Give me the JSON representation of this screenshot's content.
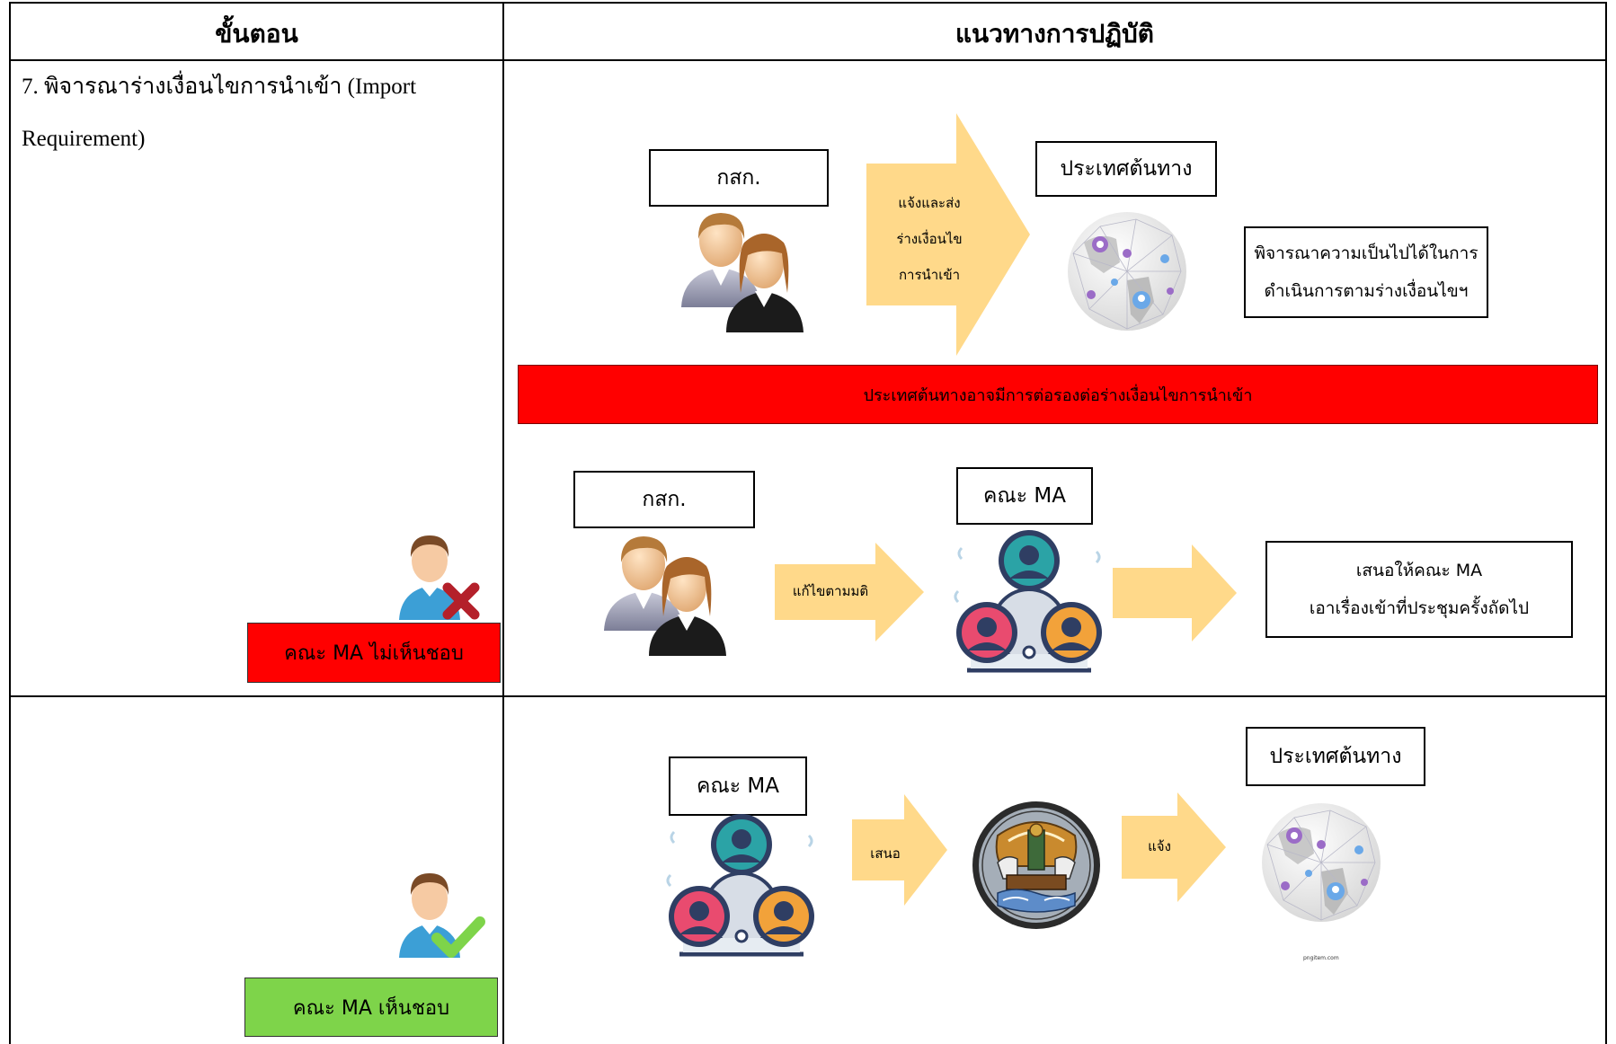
{
  "table": {
    "col_step_header": "ขั้นตอน",
    "col_practice_header": "แนวทางการปฏิบัติ"
  },
  "step7": {
    "line1": "7. พิจารณาร่างเงื่อนไขการนำเข้า (Import",
    "line2": "Requirement)"
  },
  "flow1": {
    "agency_label": "กสก.",
    "arrow_lines": [
      "แจ้งและส่ง",
      "ร่างเงื่อนไข",
      "การนำเข้า"
    ],
    "origin_label": "ประเทศต้นทาง",
    "consider_lines": [
      "พิจารณาความเป็นไปได้ในการ",
      "ดำเนินการตามร่างเงื่อนไขฯ"
    ]
  },
  "negotiation_bar": "ประเทศต้นทางอาจมีการต่อรองต่อร่างเงื่อนไขการนำเข้า",
  "flow2": {
    "agency_label": "กสก.",
    "arrow_label": "แก้ไขตามมติ",
    "committee_label": "คณะ MA",
    "propose_lines": [
      "เสนอให้คณะ MA",
      "เอาเรื่องเข้าที่ประชุมครั้งถัดไป"
    ]
  },
  "status_disagree": "คณะ MA ไม่เห็นชอบ",
  "status_agree": "คณะ MA เห็นชอบ",
  "flow3": {
    "committee_label": "คณะ MA",
    "arrow_propose": "เสนอ",
    "arrow_notify": "แจ้ง",
    "origin_label": "ประเทศต้นทาง",
    "image_credit": "pngitem.com"
  },
  "colors": {
    "arrow_fill": "#ffd98a",
    "red_status": "#ff0000",
    "green_status": "#7ed44a"
  },
  "icons": [
    "users-icon",
    "globe-network-icon",
    "team-icon",
    "emblem-seal-icon",
    "user-reject-icon",
    "user-approve-icon"
  ]
}
